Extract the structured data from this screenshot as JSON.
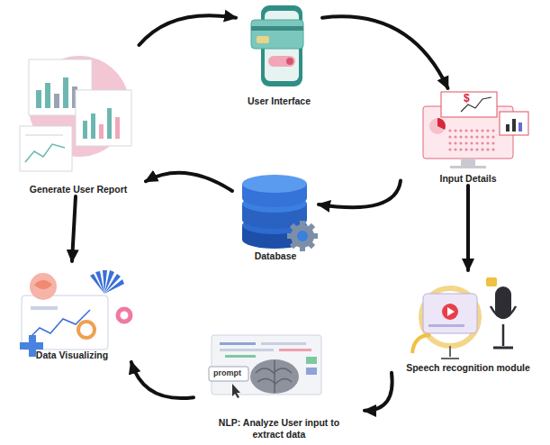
{
  "diagram": {
    "nodes": [
      {
        "text": [
          "User Interface"
        ]
      },
      {
        "text": [
          "Input Details"
        ]
      },
      {
        "text": [
          "Speech recognition module"
        ]
      },
      {
        "text": [
          "NLP: Analyze User input to extract data"
        ]
      },
      {
        "text": [
          "Data Visualizing"
        ]
      },
      {
        "text": [
          "Generate User Report"
        ]
      },
      {
        "text": [
          "Database"
        ]
      }
    ],
    "edges": [
      {
        "from": 5,
        "to": 0,
        "arrow": "to"
      },
      {
        "from": 0,
        "to": 1,
        "arrow": "to"
      },
      {
        "from": 1,
        "to": 6,
        "arrow": "to"
      },
      {
        "from": 6,
        "to": 5,
        "arrow": "to"
      },
      {
        "from": 1,
        "to": 2,
        "arrow": "to"
      },
      {
        "from": 2,
        "to": 3,
        "arrow": "to"
      },
      {
        "from": 3,
        "to": 4,
        "arrow": "to"
      },
      {
        "from": 5,
        "to": 4,
        "arrow": "to"
      }
    ],
    "labels": [
      "$",
      "prompt"
    ]
  }
}
